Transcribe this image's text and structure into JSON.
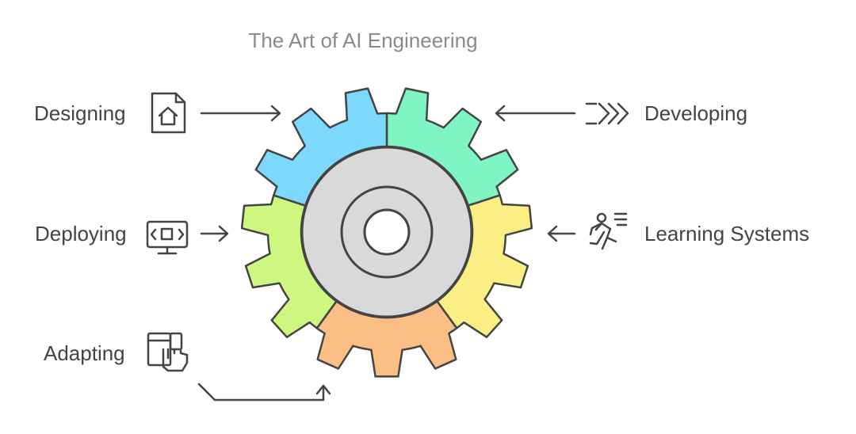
{
  "title": "The Art of AI Engineering",
  "labels": {
    "designing": "Designing",
    "developing": "Developing",
    "deploying": "Deploying",
    "learning": "Learning Systems",
    "adapting": "Adapting"
  },
  "colors": {
    "designing": "#7dd9fb",
    "developing": "#7ef5c3",
    "deploying": "#cdf77f",
    "learning": "#fbee85",
    "adapting": "#fbbf85",
    "hub": "#d9d9d9",
    "stroke": "#444444"
  },
  "icons": {
    "designing": "file-home-icon",
    "developing": "forward-arrows-icon",
    "deploying": "monitor-code-icon",
    "learning": "running-person-icon",
    "adapting": "devices-touch-icon"
  }
}
